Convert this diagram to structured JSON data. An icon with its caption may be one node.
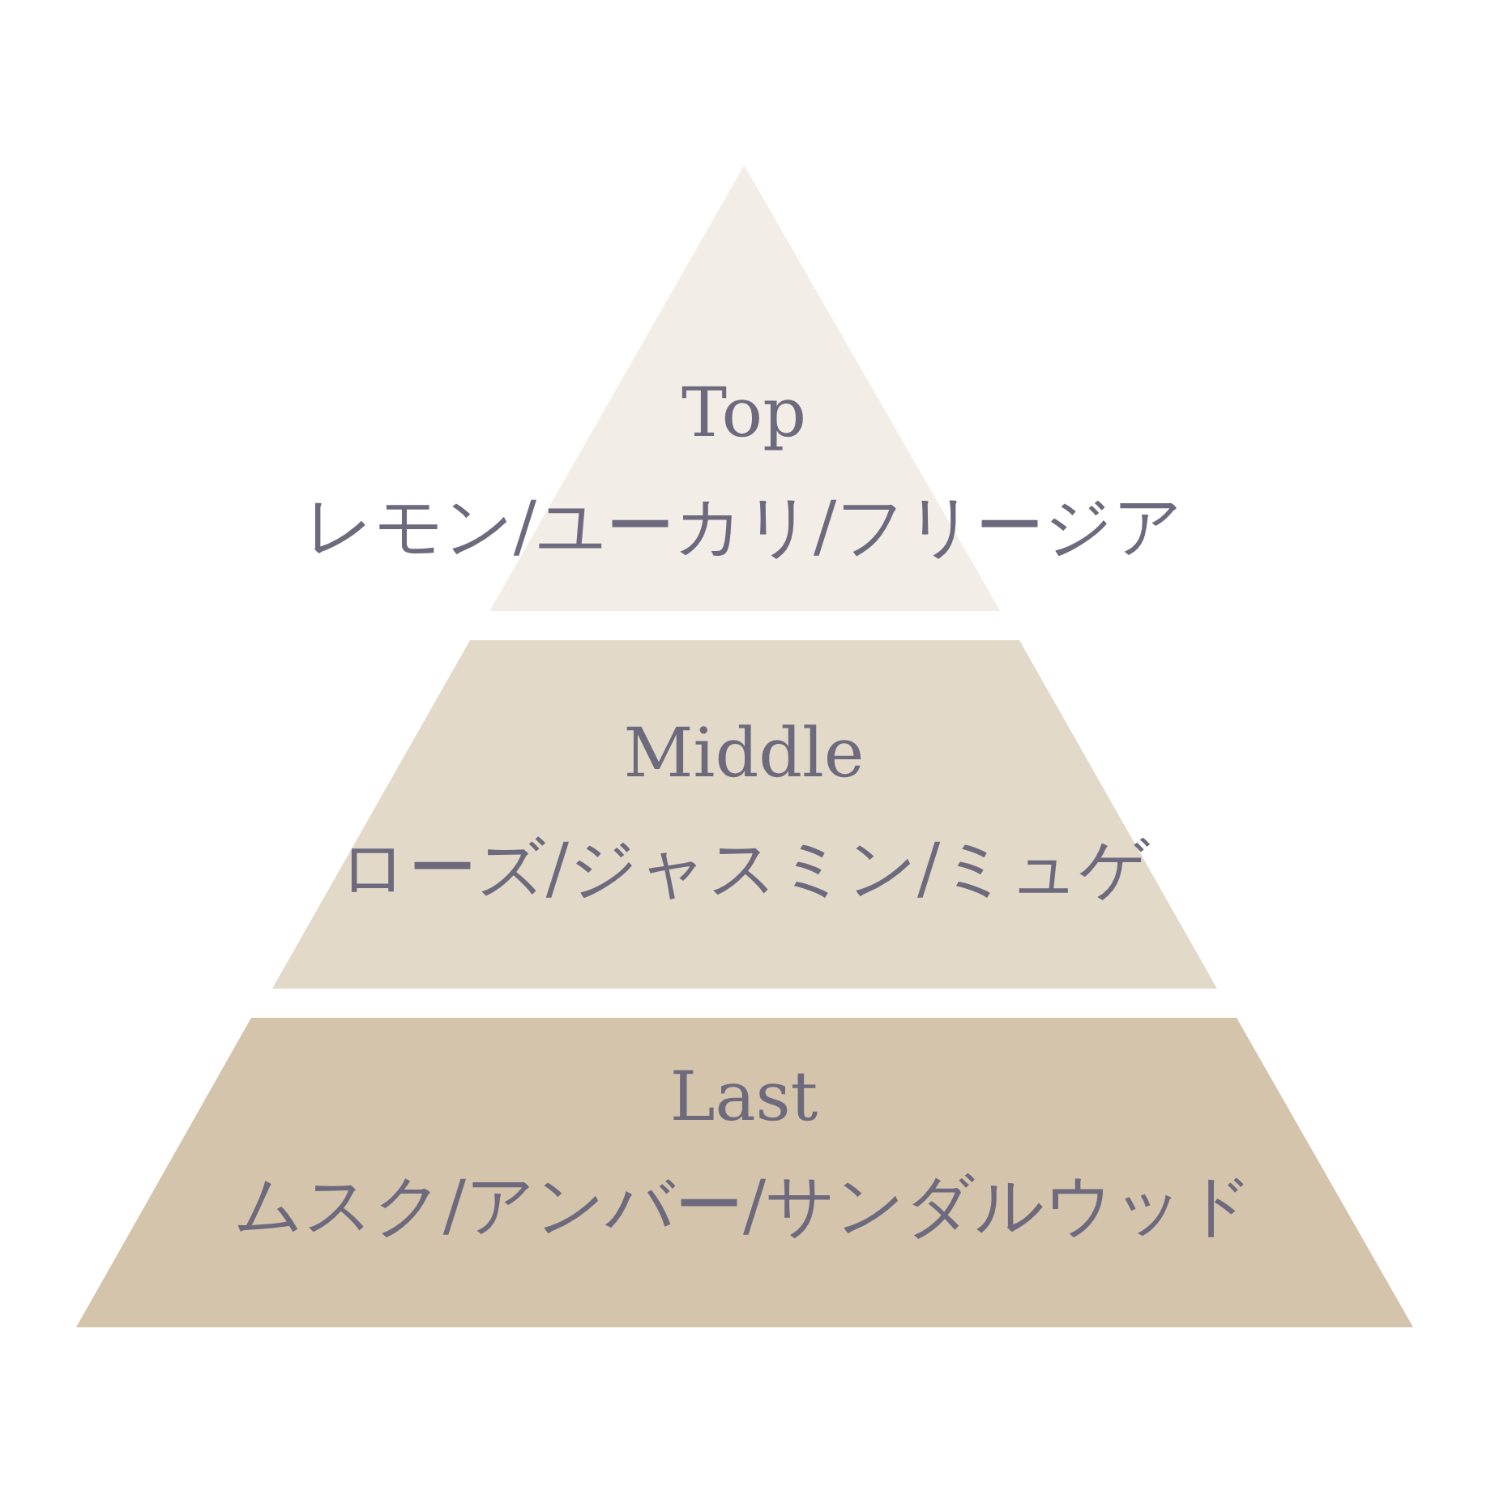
{
  "diagram": {
    "nodes": [
      {
        "text": [
          "Top",
          "レモン/ユーカリ/フリージア"
        ]
      },
      {
        "text": [
          "Middle",
          "ローズ/ジャスミン/ミュゲ"
        ]
      },
      {
        "text": [
          "Last",
          "ムスク/アンバー/サンダルウッド"
        ]
      }
    ]
  }
}
